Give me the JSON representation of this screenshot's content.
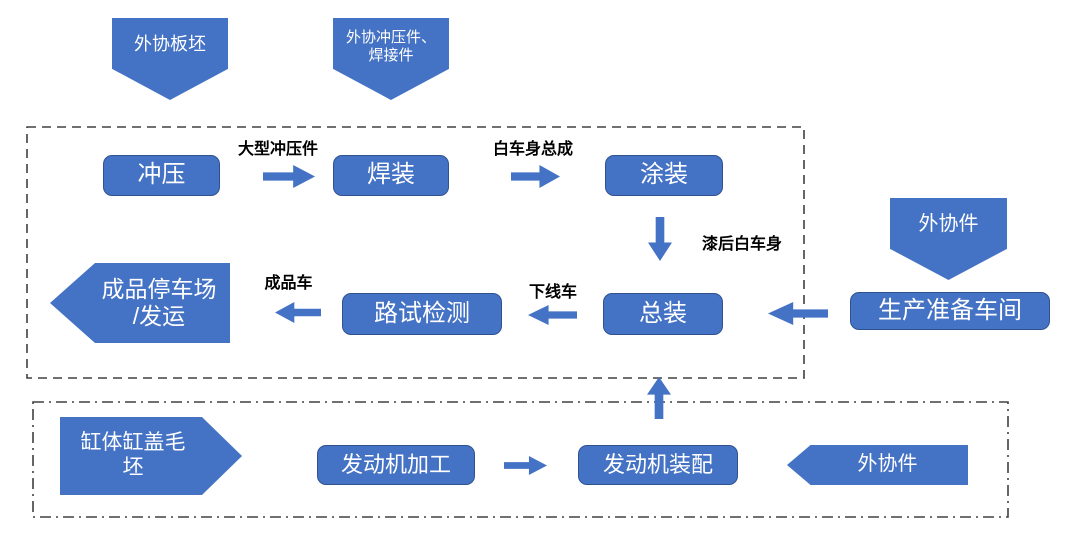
{
  "colors": {
    "shape_fill": "#4472C4",
    "shape_border": "#2F528F",
    "shape_text": "#FFFFFF",
    "flow_label_text": "#000000",
    "boundary_outline": "#404040"
  },
  "external_inputs": {
    "plate_blank": "外协板坯",
    "stamping_welding_parts": "外协冲压件、\n焊接件",
    "outsourced_parts_right": "外协件",
    "outsourced_parts_bottom": "外协件",
    "cylinder_blank": "缸体缸盖毛\n坯"
  },
  "vehicle_line": {
    "stamping": "冲压",
    "welding": "焊装",
    "painting": "涂装",
    "final_assembly": "总装",
    "road_test": "路试检测",
    "finished_parking": "成品停车场\n/发运",
    "production_prep": "生产准备车间"
  },
  "engine_line": {
    "engine_machining": "发动机加工",
    "engine_assembly": "发动机装配"
  },
  "flow_labels": {
    "large_stampings": "大型冲压件",
    "body_in_white_assembly": "白车身总成",
    "painted_body": "漆后白车身",
    "finished_vehicle": "成品车",
    "offline_vehicle": "下线车"
  }
}
